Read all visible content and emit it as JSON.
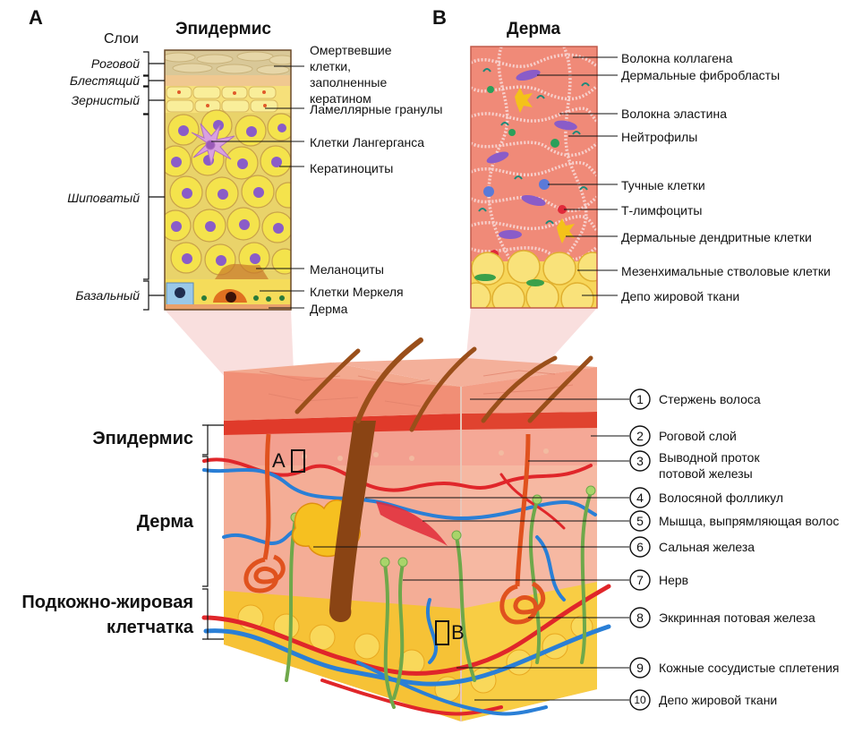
{
  "panel_a": {
    "letter": "A",
    "title": "Эпидермис",
    "layers_heading": "Слои",
    "layers": [
      "Роговой",
      "Блестящий",
      "Зернистый",
      "Шиповатый",
      "Базальный"
    ],
    "labels": [
      "Омертвевшие клетки, заполненные кератином",
      "Ламеллярные гранулы",
      "Клетки Лангерганса",
      "Кератиноциты",
      "Меланоциты",
      "Клетки Меркеля",
      "Дерма"
    ]
  },
  "panel_b": {
    "letter": "B",
    "title": "Дерма",
    "labels": [
      "Волокна коллагена",
      "Дермальные фибробласты",
      "Волокна эластина",
      "Нейтрофилы",
      "Тучные клетки",
      "Т-лимфоциты",
      "Дермальные дендритные клетки",
      "Мезенхимальные стволовые клетки",
      "Депо жировой ткани"
    ]
  },
  "skin_side": {
    "epidermis": "Эпидермис",
    "dermis": "Дерма",
    "hypodermis_line1": "Подкожно-жировая",
    "hypodermis_line2": "клетчатка"
  },
  "markers": {
    "a": "A",
    "b": "B"
  },
  "numbered": [
    {
      "n": "1",
      "text": "Стержень волоса"
    },
    {
      "n": "2",
      "text": "Роговой слой"
    },
    {
      "n": "3",
      "text": "Выводной проток потовой железы"
    },
    {
      "n": "4",
      "text": "Волосяной фолликул"
    },
    {
      "n": "5",
      "text": "Мышца, выпрямляющая волос"
    },
    {
      "n": "6",
      "text": "Сальная железа"
    },
    {
      "n": "7",
      "text": "Нерв"
    },
    {
      "n": "8",
      "text": "Эккринная потовая железа"
    },
    {
      "n": "9",
      "text": "Кожные сосудистые сплетения"
    },
    {
      "n": "10",
      "text": "Депо жировой ткани"
    }
  ],
  "colors": {
    "keratinocyte": "#f2e24a",
    "nucleus": "#8a5cc8",
    "dermis_pink": "#f08a78",
    "fat_yellow": "#f6c52a",
    "artery": "#e0262a",
    "vein": "#2a7fd6",
    "nerve": "#6fa84a",
    "hair": "#8a4414"
  }
}
